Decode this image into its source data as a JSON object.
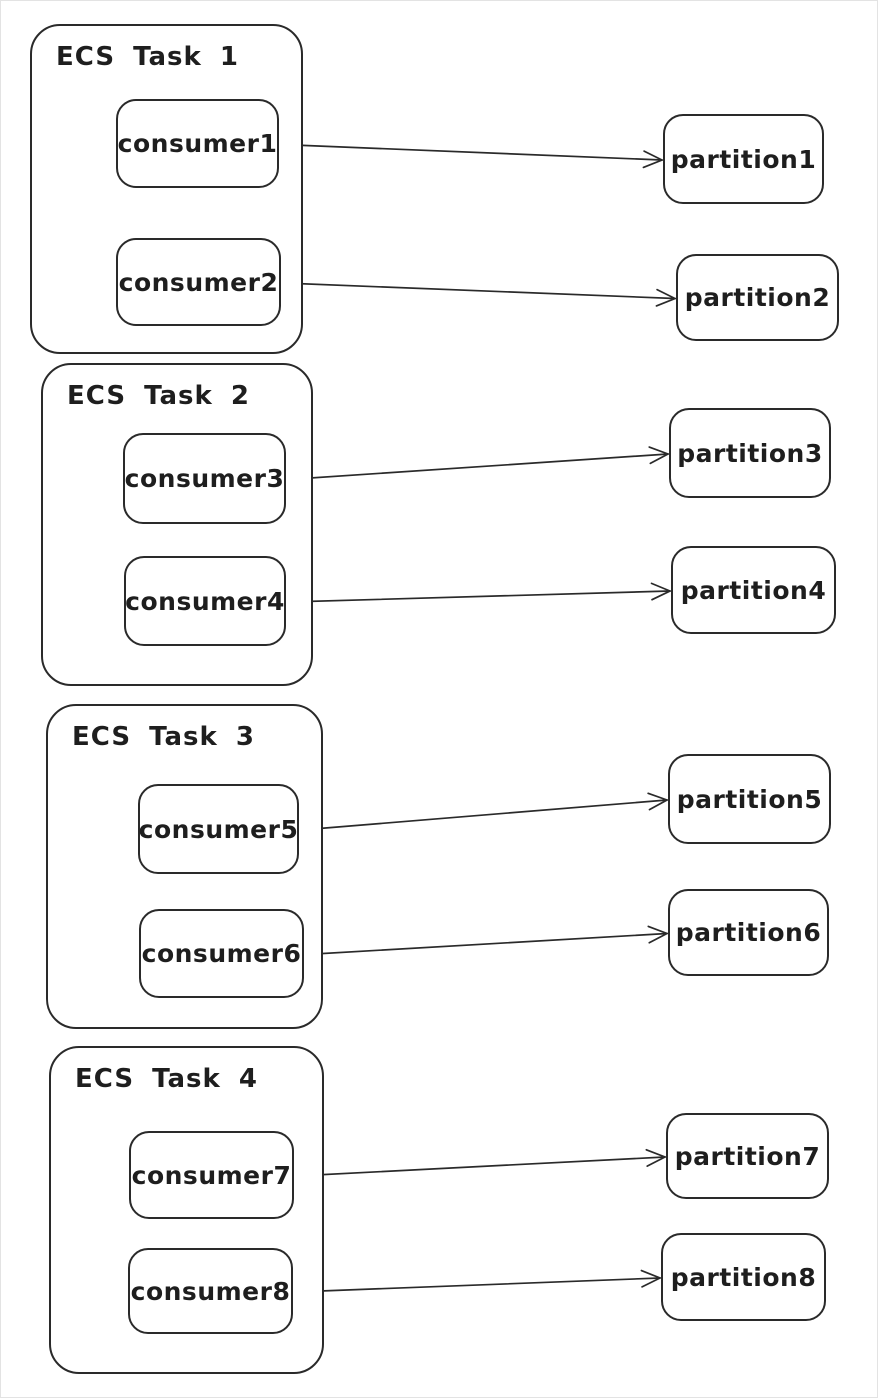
{
  "diagram": {
    "type": "architecture-diagram",
    "style": "hand-drawn",
    "colors": {
      "stroke": "#1e1e1e",
      "background": "#ffffff"
    },
    "tasks": [
      {
        "id": "task1",
        "label": "ECS Task 1",
        "consumers": [
          {
            "id": "consumer1",
            "label": "consumer1"
          },
          {
            "id": "consumer2",
            "label": "consumer2"
          }
        ]
      },
      {
        "id": "task2",
        "label": "ECS Task 2",
        "consumers": [
          {
            "id": "consumer3",
            "label": "consumer3"
          },
          {
            "id": "consumer4",
            "label": "consumer4"
          }
        ]
      },
      {
        "id": "task3",
        "label": "ECS Task 3",
        "consumers": [
          {
            "id": "consumer5",
            "label": "consumer5"
          },
          {
            "id": "consumer6",
            "label": "consumer6"
          }
        ]
      },
      {
        "id": "task4",
        "label": "ECS Task 4",
        "consumers": [
          {
            "id": "consumer7",
            "label": "consumer7"
          },
          {
            "id": "consumer8",
            "label": "consumer8"
          }
        ]
      }
    ],
    "partitions": [
      {
        "id": "partition1",
        "label": "partition1"
      },
      {
        "id": "partition2",
        "label": "partition2"
      },
      {
        "id": "partition3",
        "label": "partition3"
      },
      {
        "id": "partition4",
        "label": "partition4"
      },
      {
        "id": "partition5",
        "label": "partition5"
      },
      {
        "id": "partition6",
        "label": "partition6"
      },
      {
        "id": "partition7",
        "label": "partition7"
      },
      {
        "id": "partition8",
        "label": "partition8"
      }
    ],
    "edges": [
      {
        "from": "consumer1",
        "to": "partition1"
      },
      {
        "from": "consumer2",
        "to": "partition2"
      },
      {
        "from": "consumer3",
        "to": "partition3"
      },
      {
        "from": "consumer4",
        "to": "partition4"
      },
      {
        "from": "consumer5",
        "to": "partition5"
      },
      {
        "from": "consumer6",
        "to": "partition6"
      },
      {
        "from": "consumer7",
        "to": "partition7"
      },
      {
        "from": "consumer8",
        "to": "partition8"
      }
    ]
  }
}
